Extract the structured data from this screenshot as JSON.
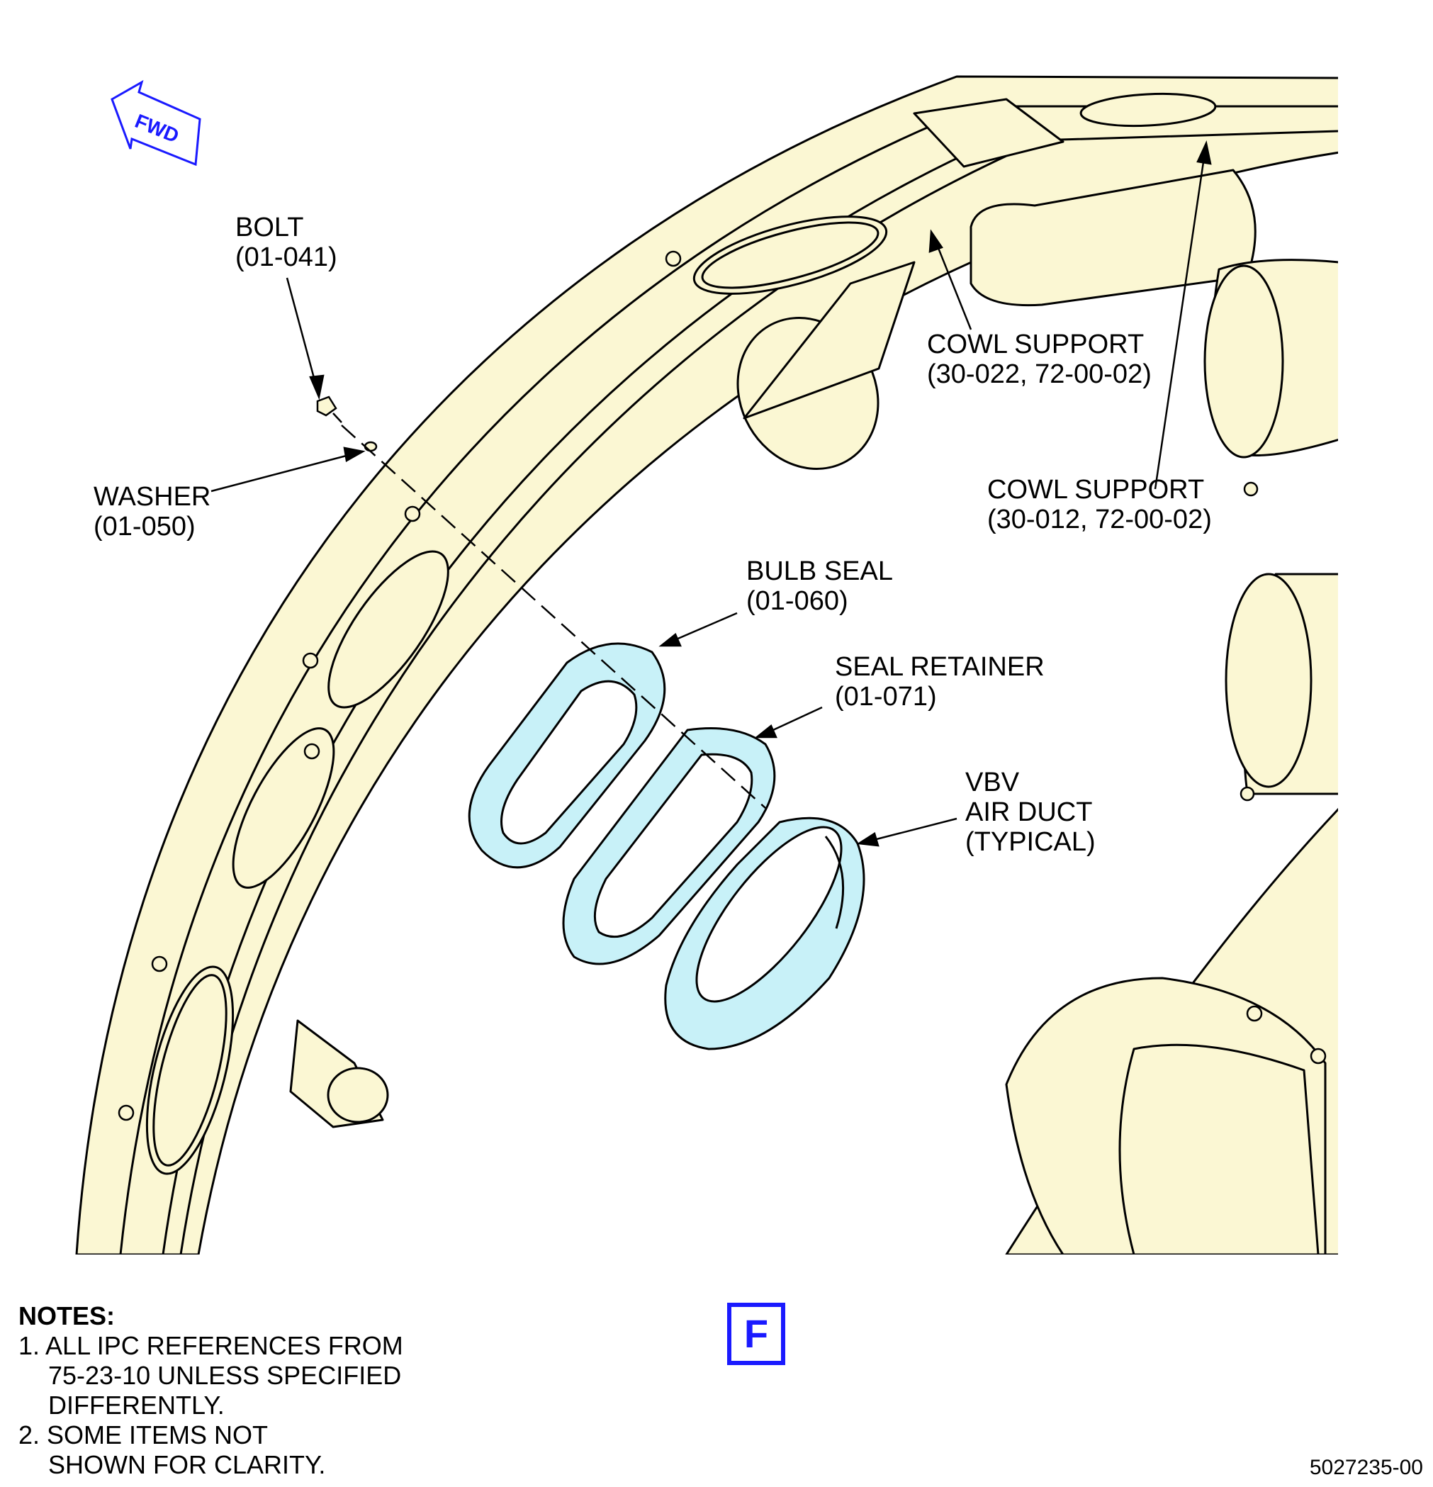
{
  "direction_arrow": {
    "label": "FWD",
    "color": "#1a1aff"
  },
  "callouts": {
    "bolt": {
      "name": "BOLT",
      "ref": "(01-041)"
    },
    "washer": {
      "name": "WASHER",
      "ref": "(01-050)"
    },
    "cowl_support_1": {
      "name": "COWL SUPPORT",
      "ref": "(30-022, 72-00-02)"
    },
    "cowl_support_2": {
      "name": "COWL SUPPORT",
      "ref": "(30-012, 72-00-02)"
    },
    "bulb_seal": {
      "name": "BULB SEAL",
      "ref": "(01-060)"
    },
    "seal_retainer": {
      "name": "SEAL RETAINER",
      "ref": "(01-071)"
    },
    "vbv_air_duct": {
      "line1": "VBV",
      "line2": "AIR DUCT",
      "line3": "(TYPICAL)"
    }
  },
  "notes": {
    "heading": "NOTES:",
    "n1_l1": "1. ALL IPC REFERENCES FROM",
    "n1_l2": "75-23-10 UNLESS SPECIFIED",
    "n1_l3": "DIFFERENTLY.",
    "n2_l1": "2. SOME ITEMS NOT",
    "n2_l2": "SHOWN FOR CLARITY."
  },
  "view_label": "F",
  "figure_number": "5027235-00",
  "colors": {
    "structure": "#fbf7d3",
    "highlight": "#c8f1f8",
    "outline": "#000000",
    "accent": "#1a1aff"
  }
}
